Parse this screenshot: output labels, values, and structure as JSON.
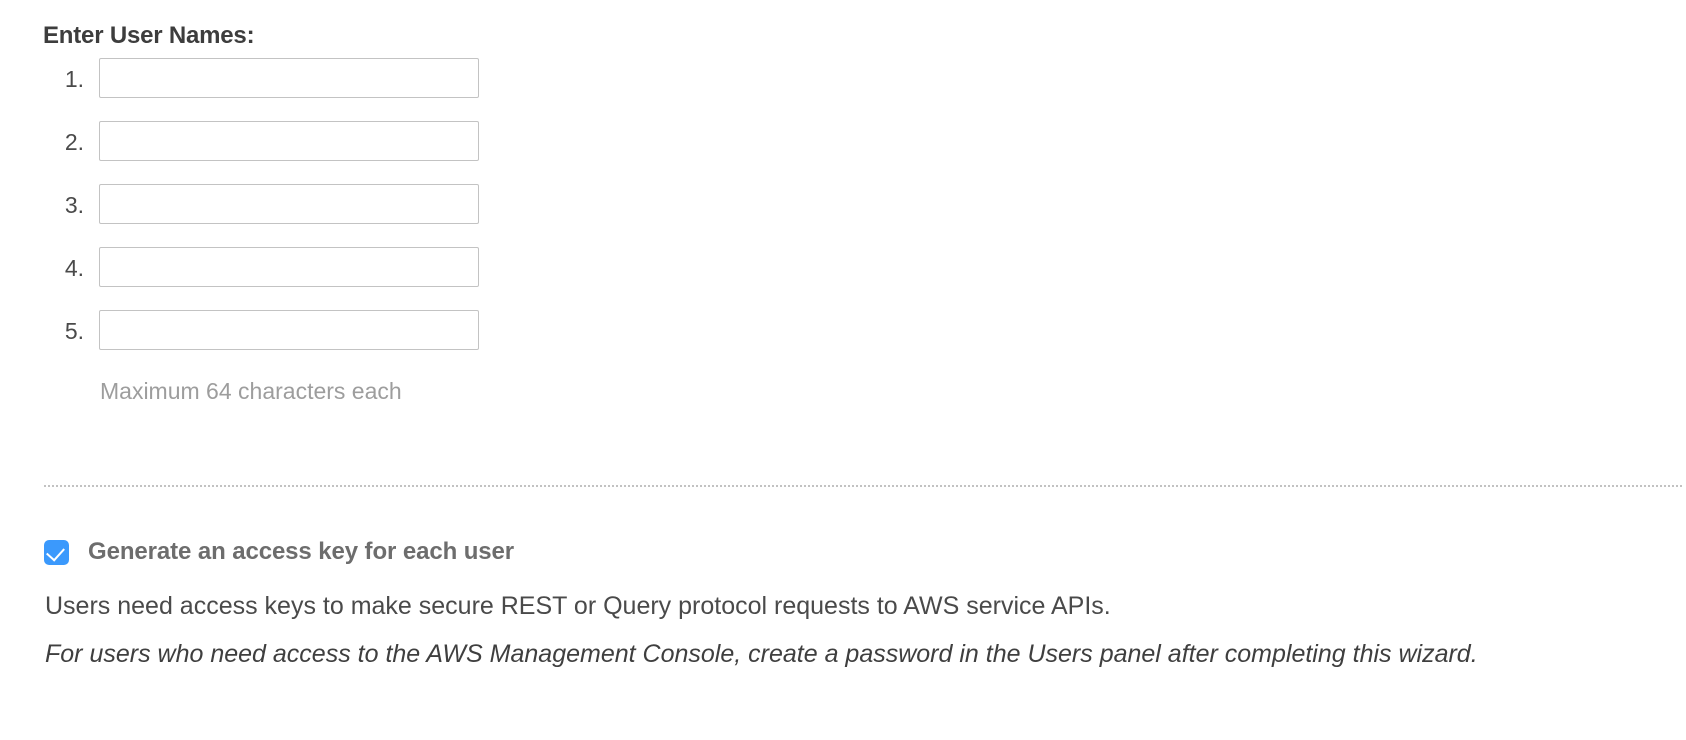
{
  "form": {
    "heading": "Enter User Names:",
    "hint": "Maximum 64 characters each",
    "user_name_rows": [
      {
        "index": "1.",
        "value": "",
        "placeholder": ""
      },
      {
        "index": "2.",
        "value": "",
        "placeholder": ""
      },
      {
        "index": "3.",
        "value": "",
        "placeholder": ""
      },
      {
        "index": "4.",
        "value": "",
        "placeholder": ""
      },
      {
        "index": "5.",
        "value": "",
        "placeholder": ""
      }
    ]
  },
  "access_key": {
    "checkbox_checked": true,
    "checkbox_icon": "check-icon",
    "label": "Generate an access key for each user",
    "description": "Users need access keys to make secure REST or Query protocol requests to AWS service APIs.",
    "note": "For users who need access to the AWS Management Console, create a password in the Users panel after completing this wizard."
  },
  "colors": {
    "checkbox_accent": "#3b99fc",
    "heading_text": "#3d3d3d",
    "body_text": "#4a4a4a",
    "hint_text": "#9d9d9d",
    "input_border": "#c3c3c3",
    "divider": "#c2c2c2",
    "background": "#ffffff"
  }
}
